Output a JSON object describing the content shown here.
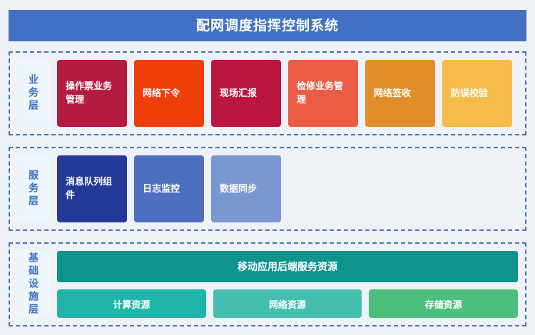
{
  "header": {
    "title": "配网调度指挥控制系统",
    "background_color": "#4271c4",
    "text_color": "#ffffff"
  },
  "page": {
    "background_color": "#eef1f6",
    "border_color": "#4271c4",
    "label_background_color": "#eef6fd",
    "label_text_color": "#3c6fc0"
  },
  "layers": [
    {
      "id": "business",
      "label": "业务层",
      "cards": [
        {
          "label": "操作票业务管理",
          "color": "#b51a40"
        },
        {
          "label": "网络下令",
          "color": "#f03e0b"
        },
        {
          "label": "现场汇报",
          "color": "#bb1641"
        },
        {
          "label": "检修业务管理",
          "color": "#eb5c46"
        },
        {
          "label": "网络签收",
          "color": "#e08e2b"
        },
        {
          "label": "防误校验",
          "color": "#f5bc4a"
        }
      ]
    },
    {
      "id": "service",
      "label": "服务层",
      "cards": [
        {
          "label": "消息队列组件",
          "color": "#253a96"
        },
        {
          "label": "日志监控",
          "color": "#4e6fc0"
        },
        {
          "label": "数据同步",
          "color": "#7b97d2"
        }
      ]
    },
    {
      "id": "infrastructure",
      "label": "基础设施层",
      "wide_card": {
        "label": "移动应用后端服务资源",
        "color": "#0f938f"
      },
      "cards": [
        {
          "label": "计算资源",
          "color": "#1fb5ab"
        },
        {
          "label": "网络资源",
          "color": "#45c0b0"
        },
        {
          "label": "存储资源",
          "color": "#4bbf7b"
        }
      ]
    }
  ]
}
